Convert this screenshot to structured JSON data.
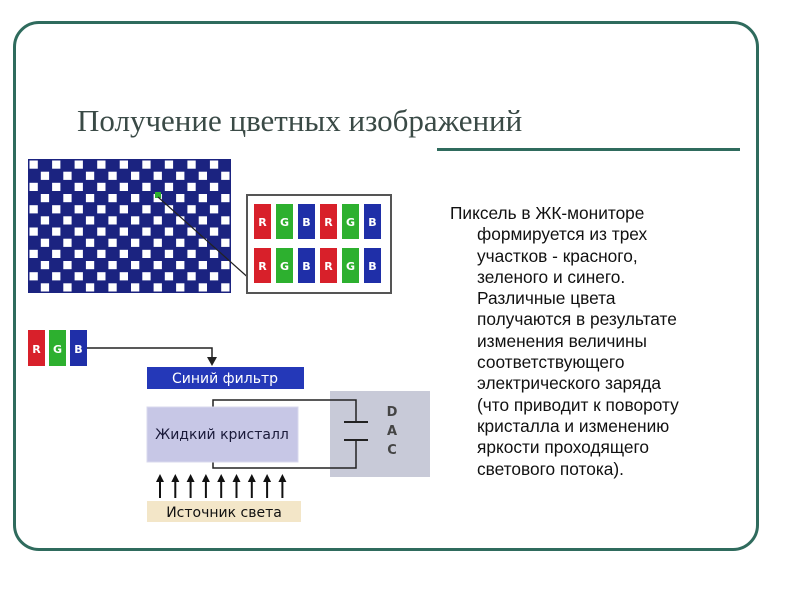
{
  "slide": {
    "title": "Получение цветных изображений",
    "description_first_line": "Пиксель в ЖК-мониторе",
    "description_rest": "формируется из трех\nучастков - красного,\nзеленого и синего.\nРазличные цвета\nполучаются в результате\nизменения величины\nсоответствующего\nэлектрического заряда\n(что приводит к повороту\nкристалла и изменению\nяркости проходящего\nсветового потока)."
  },
  "diagram": {
    "rgb_letters": [
      "R",
      "G",
      "B"
    ],
    "blue_filter_label": "Синий фильтр",
    "liquid_crystal_label": "Жидкий кристалл",
    "light_source_label": "Источник света",
    "dac_letters": [
      "D",
      "A",
      "C"
    ]
  },
  "colors": {
    "frame": "#2f6b5d",
    "red": "#d8202a",
    "green": "#2db02f",
    "blue": "#1f2fa8",
    "filter_blue": "#2438b8",
    "crystal": "#c7c7e6",
    "light_source": "#f3e6c8",
    "dac_box": "#c8cad8"
  }
}
